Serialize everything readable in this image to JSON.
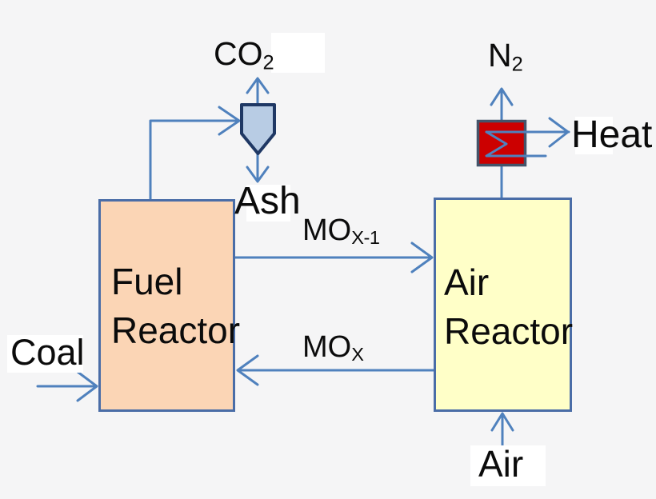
{
  "nodes": {
    "fuel_reactor": {
      "line1": "Fuel",
      "line2": "Reactor"
    },
    "air_reactor": {
      "line1": "Air",
      "line2": "Reactor"
    }
  },
  "streams": {
    "co2": {
      "base": "CO",
      "sub": "2"
    },
    "n2": {
      "base": "N",
      "sub": "2"
    },
    "ash": "Ash",
    "heat": "Heat",
    "coal": "Coal",
    "air": "Air",
    "mo_reduced": {
      "base": "MO",
      "sub": "X-1"
    },
    "mo_oxidized": {
      "base": "MO",
      "sub": "X"
    }
  },
  "icons": {
    "cyclone": "cyclone-separator-icon",
    "heat_exchanger": "heat-exchanger-icon"
  },
  "colors": {
    "background": "#f5f5f6",
    "arrow_blue": "#4f81bd",
    "reactor_border": "#4a6da7",
    "fuel_reactor_fill": "#fbd5b5",
    "air_reactor_fill": "#ffffc8",
    "cyclone_fill": "#b8cce4",
    "cyclone_border": "#1f3864",
    "heat_exchanger_fill": "#cc0000",
    "heat_exchanger_border": "#44546a",
    "label_background": "#ffffff",
    "text": "#0b0b0b"
  }
}
